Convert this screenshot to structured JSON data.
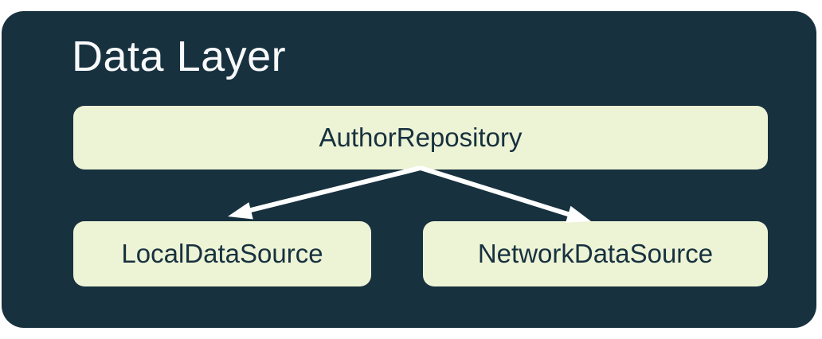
{
  "diagram": {
    "title": "Data Layer",
    "nodes": [
      {
        "id": "author-repository",
        "label": "AuthorRepository"
      },
      {
        "id": "local-data-source",
        "label": "LocalDataSource"
      },
      {
        "id": "network-data-source",
        "label": "NetworkDataSource"
      }
    ],
    "edges": [
      {
        "from": "AuthorRepository",
        "to": "LocalDataSource"
      },
      {
        "from": "AuthorRepository",
        "to": "NetworkDataSource"
      }
    ],
    "colors": {
      "panel_background": "#17313F",
      "node_fill": "#EDF3D5",
      "node_text": "#17313F",
      "title_text": "#F8F9FA",
      "arrow": "#FFFFFF"
    }
  }
}
